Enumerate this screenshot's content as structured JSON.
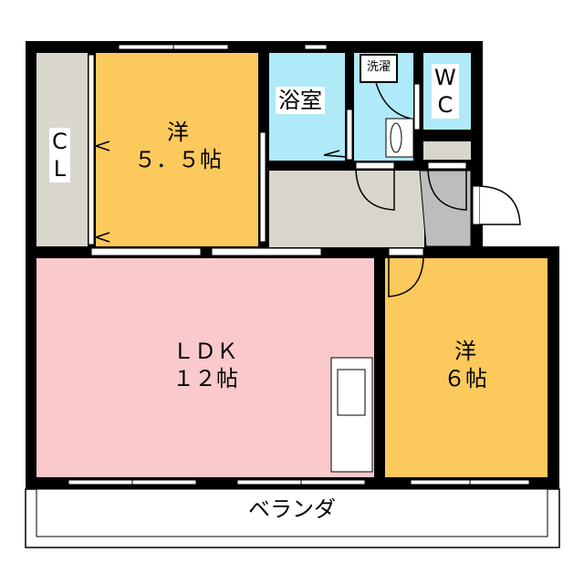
{
  "rooms": {
    "closet": {
      "line1": "C",
      "line2": "L"
    },
    "western_room_1": {
      "line1": "洋",
      "line2": "５．５帖"
    },
    "bathroom": {
      "label": "浴室"
    },
    "laundry": {
      "label": "洗濯"
    },
    "toilet": {
      "line1": "W",
      "line2": "C"
    },
    "ldk": {
      "line1": "ＬＤＫ",
      "line2": "１２帖"
    },
    "western_room_2": {
      "line1": "洋",
      "line2": "６帖"
    },
    "balcony": {
      "label": "ベランダ"
    }
  },
  "colors": {
    "wall": "#000000",
    "western_room": "#fbc95c",
    "wet_area": "#aeeaf8",
    "ldk": "#f9c9cc",
    "hall": "#d8d6cc",
    "entrance": "#bdbdbd"
  }
}
